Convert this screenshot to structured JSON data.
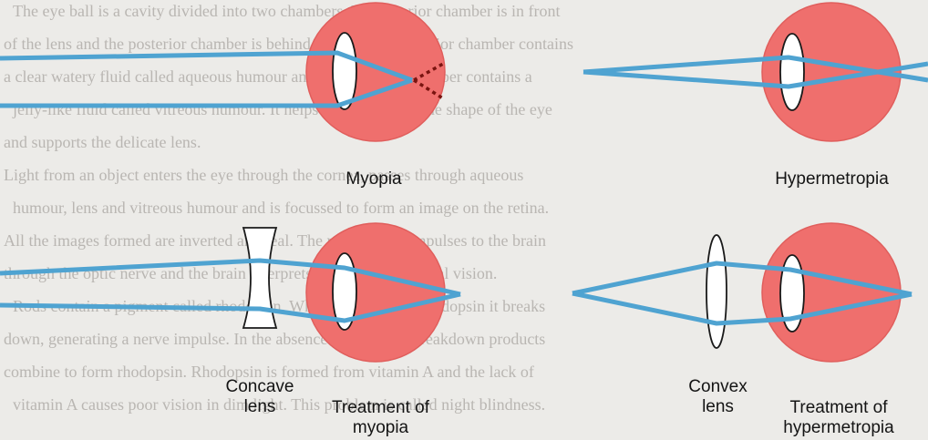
{
  "background_text": [
    "The eye ball is a cavity divided into two chambers. The anterior chamber is in front",
    "of the lens and the posterior chamber is behind the lens. The anterior chamber contains",
    "a clear watery fluid called aqueous humour and the posterior chamber contains a",
    "jelly-like fluid called vitreous humour. It helps in maintaining the shape of the eye",
    "and supports the delicate lens.",
    "Light from an object enters the eye through the cornea, passes through aqueous",
    "humour, lens and vitreous humour and is focussed to form an image on the retina.",
    "All the images formed are inverted and real. The retina sends impulses to the brain",
    "through the optic nerve and the brain interprets them to give normal vision.",
    "Rods contain a pigment called rhodopsin. When light falls on rhodopsin it breaks",
    "down, generating a nerve impulse. In the absence of light, the breakdown products",
    "combine to form rhodopsin. Rhodopsin is formed from vitamin A and the lack of",
    "vitamin A causes poor vision in dim light. This problem is called night blindness."
  ],
  "colors": {
    "eye_fill": "#ef6f6d",
    "eye_edge": "#e05e5c",
    "ray": "#4fa3d1",
    "lens_fill": "#ffffff",
    "outline": "#1a1a1a",
    "dotted": "#7a1410"
  },
  "labels": {
    "myopia": "Myopia",
    "hypermetropia": "Hypermetropia",
    "concave_lens": [
      "Concave",
      "lens"
    ],
    "treatment_myopia": [
      "Treatment of",
      "myopia"
    ],
    "convex_lens": [
      "Convex",
      "lens"
    ],
    "treatment_hypermetropia": [
      "Treatment of",
      "hypermetropia"
    ]
  }
}
